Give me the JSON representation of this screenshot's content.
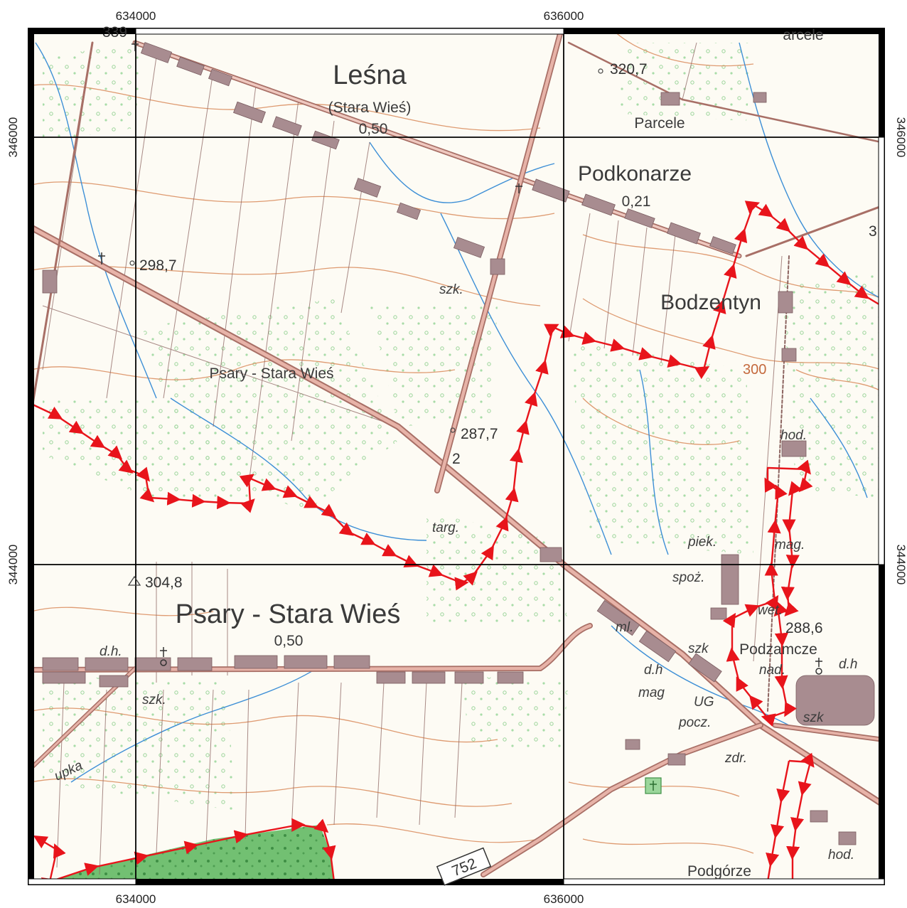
{
  "grid": {
    "x_labels": [
      "634000",
      "636000"
    ],
    "y_labels": [
      "346000",
      "344000"
    ]
  },
  "places": {
    "lesna": "Leśna",
    "lesna_sub": "(Stara Wieś)",
    "lesna_val": "0,50",
    "podkonarze": "Podkonarze",
    "podkonarze_val": "0,21",
    "bodzentyn": "Bodzentyn",
    "psary_north": "Psary - Stara Wieś",
    "psary_south": "Psary - Stara Wieś",
    "psary_south_val": "0,50",
    "parcele": "Parcele",
    "parcele_top": "arcele",
    "podzamcze": "Podzamcze",
    "podgorze": "Podgórze",
    "kupka": "upka"
  },
  "labels": {
    "szk1": "szk.",
    "szk2": "szk.",
    "szk3": "szk",
    "szk4": "szk",
    "targ": "targ.",
    "hod1": "hod.",
    "hod2": "hod.",
    "piek": "piek.",
    "mag1": "mag.",
    "mag2": "mag",
    "spoz": "spoż.",
    "wet": "wet.",
    "ml": "ml.",
    "dh1": "d.h.",
    "dh2": "d.h",
    "dh3": "d.h",
    "ug": "UG",
    "pocz": "pocz.",
    "zdr": "zdr.",
    "nad": "nad.",
    "road": "752",
    "parcel_no": "2",
    "edge_num": "3"
  },
  "elevations": {
    "e1": "320,7",
    "e2": "298,7",
    "e3": "287,7",
    "e4": "304,8",
    "e5": "288,6",
    "contour300": "300",
    "e_top": "339"
  },
  "colors": {
    "boundary": "#e8141b",
    "road": "#d9897d",
    "building": "#a88c90",
    "forest": "#6bbf6e",
    "grid": "#000000",
    "water": "#3d8fd6",
    "contour": "#d98a5a"
  }
}
